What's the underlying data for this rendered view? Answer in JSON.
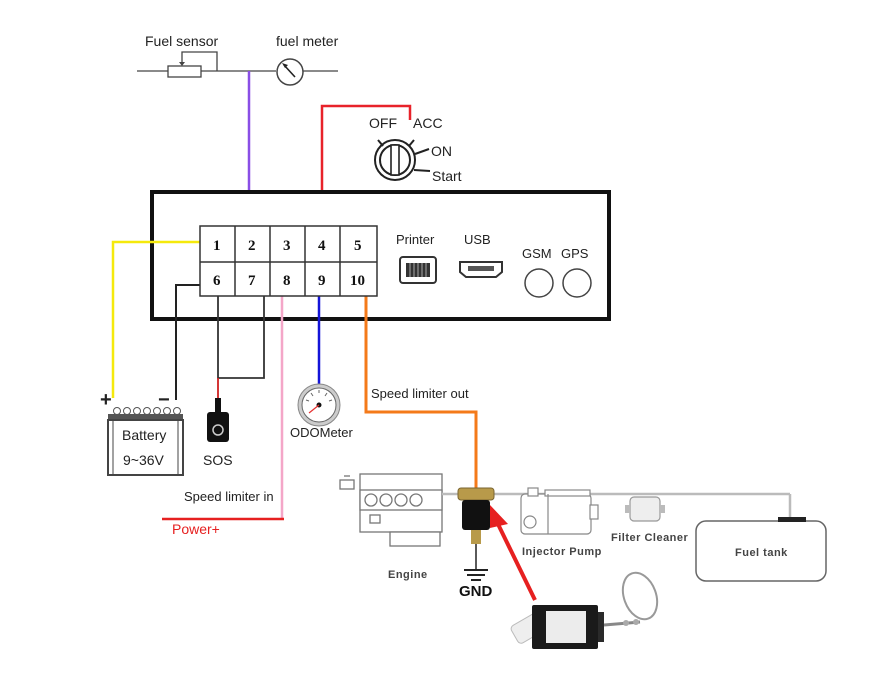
{
  "sensors": {
    "fuel_sensor": "Fuel sensor",
    "fuel_meter": "fuel meter"
  },
  "ignition": {
    "off": "OFF",
    "acc": "ACC",
    "on": "ON",
    "start": "Start"
  },
  "device": {
    "pins_top": [
      "1",
      "2",
      "3",
      "4",
      "5"
    ],
    "pins_bottom": [
      "6",
      "7",
      "8",
      "9",
      "10"
    ],
    "printer": "Printer",
    "usb": "USB",
    "gsm": "GSM",
    "gps": "GPS"
  },
  "battery": {
    "label": "Battery",
    "voltage": "9~36V",
    "plus": "+",
    "minus": "−"
  },
  "sos": "SOS",
  "odometer": "ODOMeter",
  "speed_limiter_out": "Speed limiter out",
  "speed_limiter_in": "Speed limiter in",
  "power_plus": "Power+",
  "engine": "Engine",
  "gnd": "GND",
  "injector_pump": "Injector Pump",
  "filter_cleaner": "Filter Cleaner",
  "fuel_tank": "Fuel tank",
  "wire_colors": {
    "pin1_yellow": "#f5e90c",
    "pin2_purple": "#8a4fe6",
    "pin4_red": "#e8222a",
    "pin8_pink": "#f4a6c8",
    "pin9_blue": "#1414d8",
    "pin10_orange": "#f47a1a",
    "power_red": "#e62020"
  }
}
